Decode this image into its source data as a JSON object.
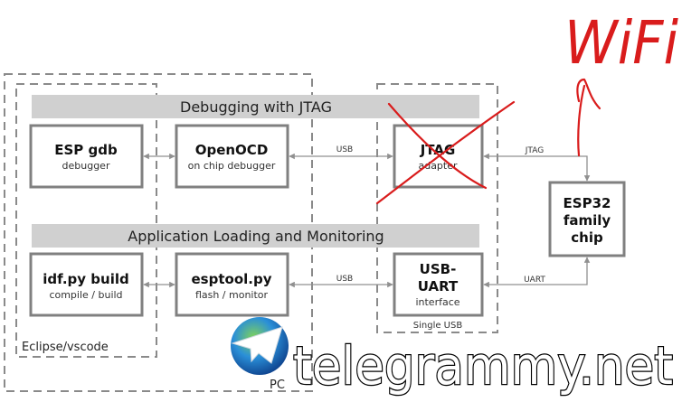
{
  "sections": {
    "debugging": "Debugging with JTAG",
    "loading": "Application Loading and Monitoring"
  },
  "groups": {
    "pc": "PC",
    "ide": "Eclipse/vscode",
    "single_usb": "Single USB"
  },
  "blocks": {
    "gdb": {
      "title": "ESP gdb",
      "sub": "debugger"
    },
    "openocd": {
      "title": "OpenOCD",
      "sub": "on chip debugger"
    },
    "jtag": {
      "title": "JTAG",
      "sub": "adapter"
    },
    "idf": {
      "title": "idf.py build",
      "sub": "compile / build"
    },
    "esptool": {
      "title": "esptool.py",
      "sub": "flash / monitor"
    },
    "usbuart": {
      "title1": "USB-",
      "title2": "UART",
      "sub": "interface"
    },
    "chip": {
      "line1": "ESP32",
      "line2": "family",
      "line3": "chip"
    }
  },
  "links": {
    "usb_top": "USB",
    "usb_bottom": "USB",
    "jtag": "JTAG",
    "uart": "UART"
  },
  "annotations": {
    "handwritten": "WiFi",
    "handwritten_color": "#d91c1c"
  },
  "watermark": {
    "text": "telegrammy.net",
    "icon": "telegram-globe-icon"
  }
}
